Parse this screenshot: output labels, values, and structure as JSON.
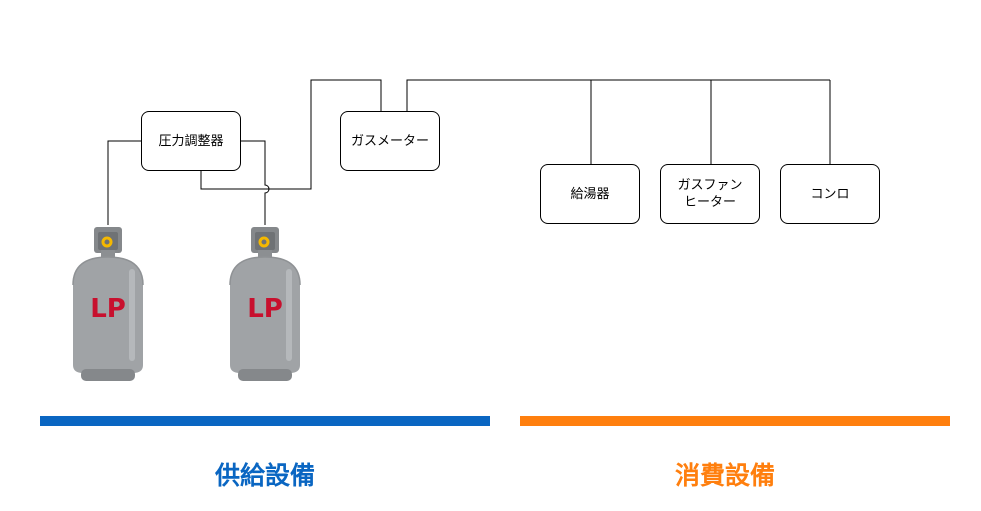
{
  "colors": {
    "supply": "#0a66c2",
    "consumption": "#ff7f0e",
    "line": "#000000",
    "cylinder_body": "#a0a3a6",
    "cylinder_dark": "#85888b",
    "cylinder_label": "#c8102e",
    "valve_accent": "#f5b800"
  },
  "nodes": {
    "regulator": "圧力調整器",
    "gas_meter": "ガスメーター",
    "water_heater": "給湯器",
    "fan_heater": "ガスファン\nヒーター",
    "stove": "コンロ"
  },
  "cylinders": [
    {
      "label": "LP"
    },
    {
      "label": "LP"
    }
  ],
  "sections": {
    "supply": "供給設備",
    "consumption": "消費設備"
  }
}
